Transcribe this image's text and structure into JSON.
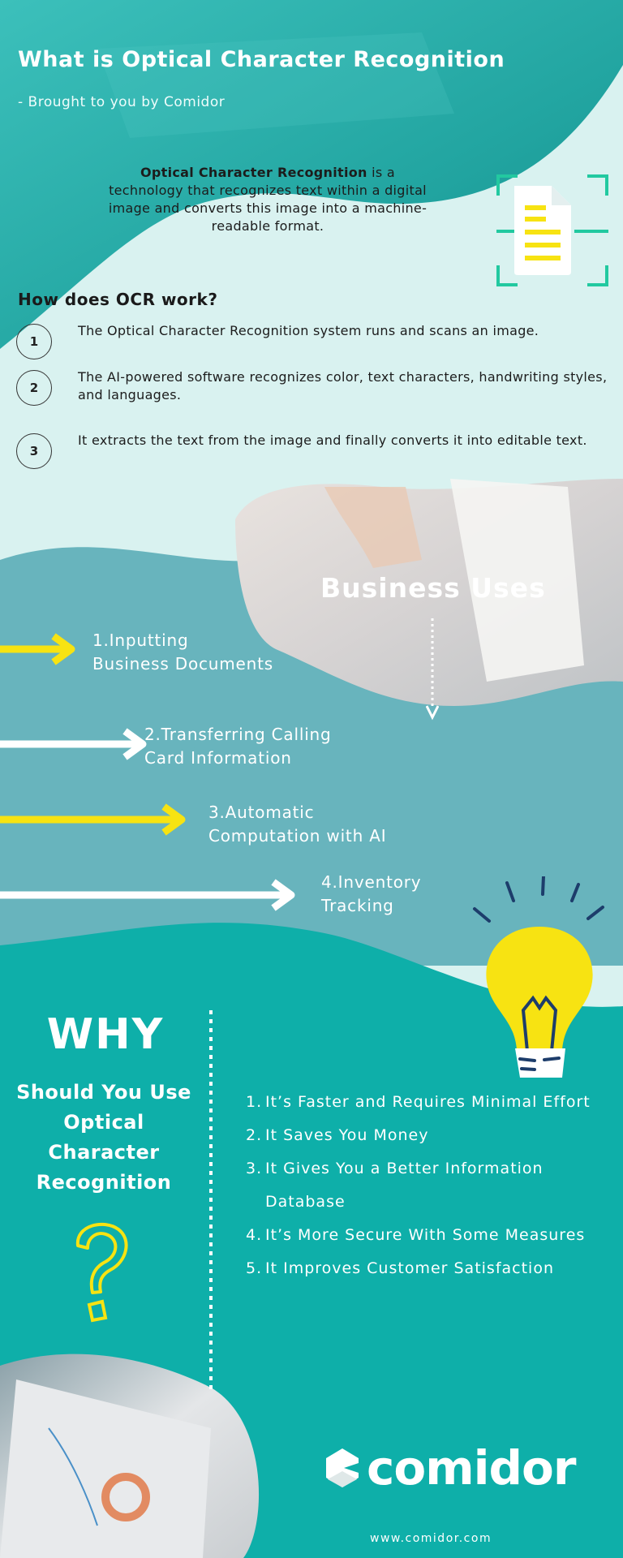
{
  "header": {
    "title": "What is Optical Character Recognition",
    "subtitle": "- Brought to you by Comidor"
  },
  "intro": {
    "bold": "Optical Character Recognition",
    "rest": " is a technology that recognizes text within a digital image and converts this image into a machine-readable format."
  },
  "how": {
    "heading": "How does OCR work?",
    "steps": [
      {
        "num": "1",
        "text": "The Optical Character Recognition system runs and scans an image."
      },
      {
        "num": "2",
        "text": "The AI-powered software recognizes color, text characters, handwriting styles, and languages."
      },
      {
        "num": "3",
        "text": "It extracts the text from the image and finally converts it into editable text."
      }
    ]
  },
  "business": {
    "heading": "Business Uses",
    "uses": [
      {
        "line1": "1.Inputting",
        "line2": "Business Documents"
      },
      {
        "line1": "2.Transferring Calling",
        "line2": "Card Information"
      },
      {
        "line1": "3.Automatic",
        "line2": "Computation with AI"
      },
      {
        "line1": "4.Inventory",
        "line2": "Tracking"
      }
    ]
  },
  "why": {
    "heading": "WHY",
    "subheading": "Should You Use Optical Character Recognition",
    "benefits": [
      {
        "num": "1.",
        "text": "It’s Faster and Requires Minimal Effort"
      },
      {
        "num": "2.",
        "text": "It Saves You Money"
      },
      {
        "num": "3.",
        "text": "It Gives You a Better Information Database"
      },
      {
        "num": "4.",
        "text": "It’s More Secure With Some Measures"
      },
      {
        "num": "5.",
        "text": "It Improves Customer Satisfaction"
      }
    ]
  },
  "footer": {
    "logo": "comidor",
    "url": "www.comidor.com"
  },
  "colors": {
    "header_teal": "#2bb2ad",
    "light_bg": "#d9f2f0",
    "middle_band": "#68b4bd",
    "bottom_teal": "#0eafa9",
    "accent_yellow": "#f7e312",
    "scan_green": "#22c9a0"
  }
}
